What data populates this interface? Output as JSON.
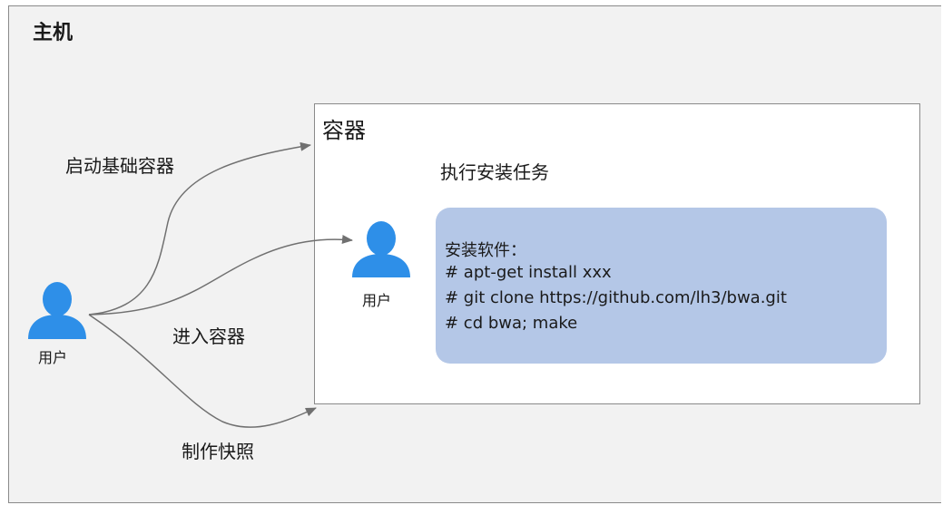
{
  "host": {
    "title": "主机"
  },
  "container": {
    "title": "容器",
    "task_title": "执行安装任务"
  },
  "task": {
    "lines": [
      "安装软件：",
      "# apt-get install xxx",
      "# git clone https://github.com/lh3/bwa.git",
      "# cd bwa; make"
    ]
  },
  "users": {
    "outer_label": "用户",
    "inner_label": "用户"
  },
  "edges": {
    "start": "启动基础容器",
    "enter": "进入容器",
    "snapshot": "制作快照"
  },
  "colors": {
    "host_bg": "#f2f2f2",
    "task_bg": "#b4c7e7",
    "user_icon": "#2e8fe8",
    "arrow": "#707070"
  }
}
